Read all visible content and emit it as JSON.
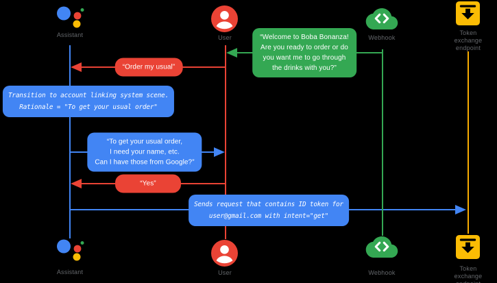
{
  "actors": {
    "assistant": {
      "label": "Assistant"
    },
    "user": {
      "label": "User"
    },
    "webhook": {
      "label": "Webhook"
    },
    "token_endpoint": {
      "label": "Token exchange\nendpoint"
    }
  },
  "messages": {
    "welcome": {
      "from": "Webhook",
      "to": "User",
      "text": "“Welcome to Boba Bonanza!\nAre you ready to order or do\nyou want me to go through\nthe drinks with you?”"
    },
    "order_my_usual": {
      "from": "User",
      "to": "Assistant",
      "text": "“Order my usual”"
    },
    "transition_note": {
      "on": "Assistant",
      "text": "Transition to account linking system scene.\nRationale = \"To get your usual order\""
    },
    "ask_for_info": {
      "from": "Assistant",
      "to": "User",
      "text": "“To get your usual order,\nI need your name, etc.\nCan I have those from Google?”"
    },
    "yes": {
      "from": "User",
      "to": "Assistant",
      "text": "“Yes”"
    },
    "send_request": {
      "from": "Assistant",
      "to": "Token exchange endpoint",
      "text": "Sends request that contains ID token for\nuser@gmail.com with intent=\"get\""
    }
  },
  "colors": {
    "assistant_blue": "#4285F4",
    "user_red": "#EA4335",
    "webhook_green": "#34A853",
    "token_yellow": "#FBBC04",
    "token_line_amber": "#F9AB00",
    "label_gray": "#64676B",
    "bubble_text": "#FFFFFF",
    "background": "#000000"
  }
}
